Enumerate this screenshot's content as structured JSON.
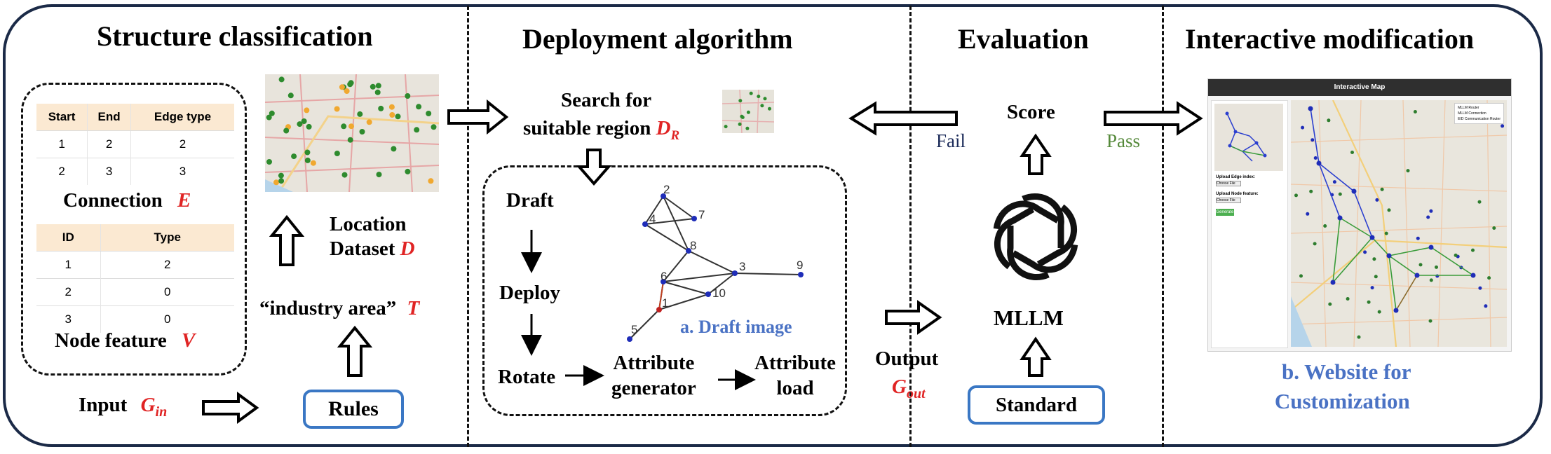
{
  "sections": {
    "s1": "Structure classification",
    "s2": "Deployment algorithm",
    "s3": "Evaluation",
    "s4": "Interactive  modification"
  },
  "connection_table": {
    "headers": [
      "Start",
      "End",
      "Edge type"
    ],
    "rows": [
      [
        "1",
        "2",
        "2"
      ],
      [
        "2",
        "3",
        "3"
      ]
    ],
    "caption": "Connection",
    "symbol": "E"
  },
  "node_table": {
    "headers": [
      "ID",
      "Type"
    ],
    "rows": [
      [
        "1",
        "2"
      ],
      [
        "2",
        "0"
      ],
      [
        "3",
        "0"
      ]
    ],
    "caption": "Node feature",
    "symbol": "V"
  },
  "location": {
    "line1": "Location",
    "line2": "Dataset",
    "symbol": "D"
  },
  "industry": {
    "text": "“industry area”",
    "symbol": "T"
  },
  "rules": "Rules",
  "input": {
    "label": "Input",
    "symbol": "G",
    "sub": "in"
  },
  "search": {
    "line1": "Search for",
    "line2": "suitable region",
    "symbol": "D",
    "sub": "R"
  },
  "steps": [
    "Draft",
    "Deploy",
    "Rotate"
  ],
  "attr_gen": [
    "Attribute",
    "generator"
  ],
  "attr_load": [
    "Attribute",
    "load"
  ],
  "draft_caption": "a. Draft image",
  "graph_nodes": [
    "1",
    "2",
    "3",
    "4",
    "5",
    "6",
    "7",
    "8",
    "9",
    "10"
  ],
  "output": {
    "label": "Output",
    "symbol": "G",
    "sub": "out"
  },
  "fail": "Fail",
  "pass": "Pass",
  "score": "Score",
  "mllm": "MLLM",
  "standard": "Standard",
  "website": {
    "title": "Interactive Map",
    "panel_labels": [
      "Upload Edge index:",
      "Upload Node feature:"
    ],
    "choose_file": "Choose File",
    "button": "Generate",
    "legend": [
      "MLLM Router",
      "MLLM Connection",
      "EID Communication Router"
    ],
    "caption_line1": "b. Website for",
    "caption_line2": "Customization"
  },
  "colors": {
    "frame": "#1b2a47",
    "red": "#e02424",
    "blue": "#4a72c4",
    "green": "#55893a",
    "box_border": "#3a77c4"
  }
}
